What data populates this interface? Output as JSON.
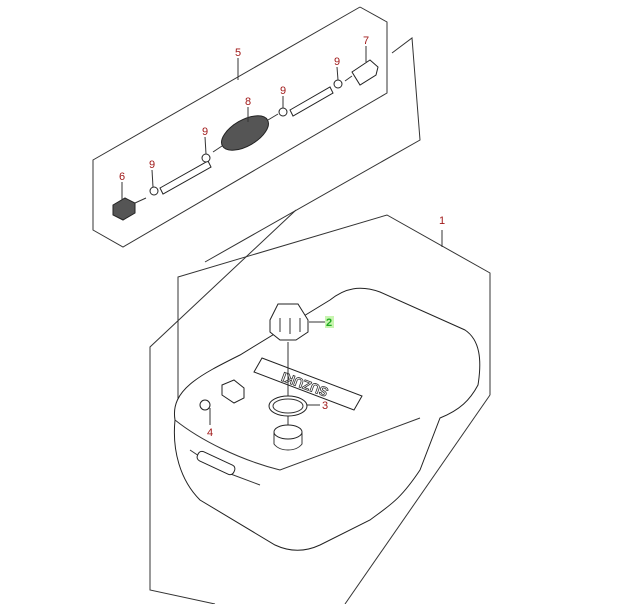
{
  "diagram": {
    "brand_text": "SUZUKI",
    "highlight_color": "#22aa22",
    "label_color": "#a01818",
    "callouts": [
      {
        "id": "1",
        "part": "fuel-tank"
      },
      {
        "id": "2",
        "part": "fuel-cap",
        "highlighted": true
      },
      {
        "id": "3",
        "part": "o-ring"
      },
      {
        "id": "4",
        "part": "connector"
      },
      {
        "id": "5",
        "part": "fuel-hose-assembly"
      },
      {
        "id": "6",
        "part": "hose-connector"
      },
      {
        "id": "7",
        "part": "tank-side-connector"
      },
      {
        "id": "8",
        "part": "primer-bulb"
      },
      {
        "id": "9",
        "part": "hose-clamp"
      }
    ]
  }
}
